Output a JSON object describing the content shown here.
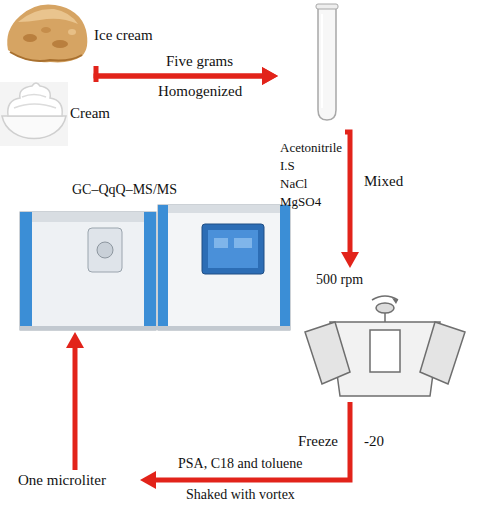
{
  "diagram": {
    "nodes": [
      {
        "text": [
          "Ice cream"
        ]
      },
      {
        "text": [
          "Cream"
        ]
      },
      {
        "text": [
          "Acetonitrile",
          "I.S",
          "NaCl",
          "MgSO4"
        ]
      },
      {
        "text": [
          "500 rpm"
        ]
      },
      {
        "text": [
          "One microliter"
        ]
      },
      {
        "text": [
          "GC–QqQ–MS/MS"
        ]
      }
    ],
    "edges": [
      {
        "from": 0,
        "to": 2,
        "arrow": "to",
        "label": "Five grams"
      },
      {
        "from": 1,
        "to": 2,
        "arrow": "to"
      },
      {
        "from": 2,
        "to": 3,
        "arrow": "to",
        "label": "Mixed"
      },
      {
        "from": 3,
        "to": 4,
        "arrow": "to",
        "label": "PSA, C18 and toluene"
      },
      {
        "from": 4,
        "to": 5,
        "arrow": "to"
      }
    ],
    "labels": [
      "Homogenized",
      "Freeze",
      "-20",
      "Shaked with vortex"
    ]
  }
}
